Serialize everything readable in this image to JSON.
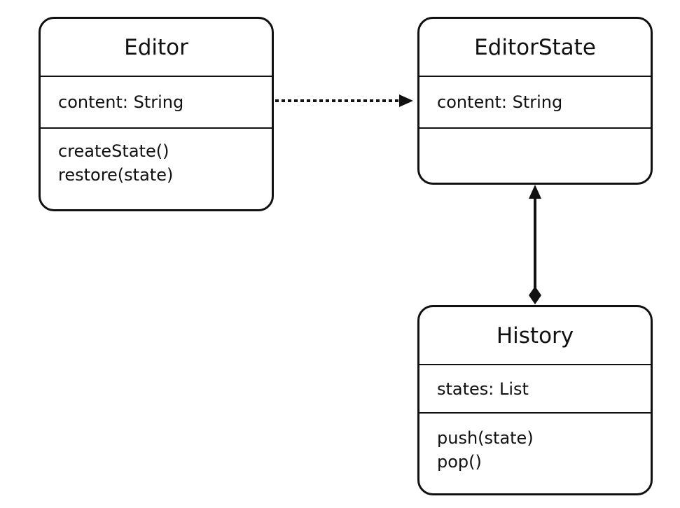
{
  "classes": {
    "editor": {
      "name": "Editor",
      "attributes": [
        "content: String"
      ],
      "methods": [
        "createState()",
        "restore(state)"
      ]
    },
    "editorstate": {
      "name": "EditorState",
      "attributes": [
        "content: String"
      ],
      "methods": []
    },
    "history": {
      "name": "History",
      "attributes": [
        "states: List"
      ],
      "methods": [
        "push(state)",
        "pop()"
      ]
    }
  },
  "relations": [
    {
      "from": "Editor",
      "to": "EditorState",
      "style": "dotted",
      "end": "arrow"
    },
    {
      "from": "History",
      "to": "EditorState",
      "style": "solid",
      "start": "diamond",
      "end": "arrow"
    }
  ]
}
